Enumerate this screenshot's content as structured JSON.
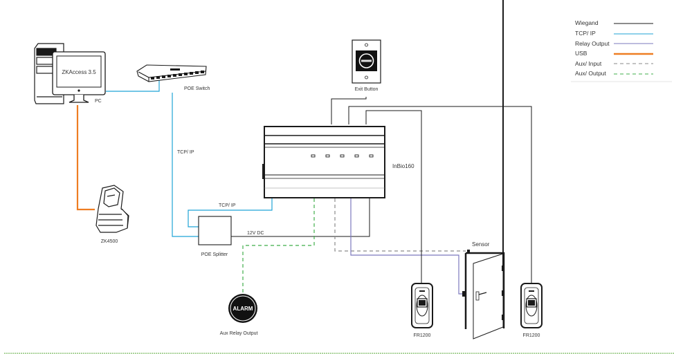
{
  "legend": {
    "items": [
      {
        "label": "Wiegand",
        "style": "solid",
        "color": "#1a1a1a"
      },
      {
        "label": "TCP/ IP",
        "style": "solid",
        "color": "#1ea3d6"
      },
      {
        "label": "Relay Output",
        "style": "solid",
        "color": "#7b78bd"
      },
      {
        "label": "USB",
        "style": "thick",
        "color": "#ee7d22"
      },
      {
        "label": "Aux/ Input",
        "style": "dashed",
        "color": "#8a8a8a"
      },
      {
        "label": "Aux/ Output",
        "style": "dashed",
        "color": "#3fae49"
      }
    ]
  },
  "colors": {
    "wiegand": "#1a1a1a",
    "tcpip": "#1ea3d6",
    "relay": "#7b78bd",
    "usb": "#ee7d22",
    "aux_input": "#8a8a8a",
    "aux_output": "#3fae49",
    "footer_rule": "#5aa83a"
  },
  "devices": {
    "pc": {
      "label": "PC",
      "screen_text": "ZKAccess 3.5"
    },
    "poe_switch": {
      "label": "POE Switch"
    },
    "zk4500": {
      "label": "ZK4500"
    },
    "exit_button": {
      "label": "Exit Button",
      "face_text": "EXIT"
    },
    "controller": {
      "label": "InBio160"
    },
    "poe_splitter": {
      "label": "POE Splitter"
    },
    "alarm": {
      "label": "Aux Relay Output",
      "face_text": "ALARM"
    },
    "sensor": {
      "label": "Sensor"
    },
    "reader_left": {
      "label": "FR1200"
    },
    "reader_right": {
      "label": "FR1200"
    }
  },
  "connection_labels": {
    "switch_to_splitter": "TCP/ IP",
    "splitter_to_controller": "TCP/ IP",
    "power": "12V DC"
  }
}
